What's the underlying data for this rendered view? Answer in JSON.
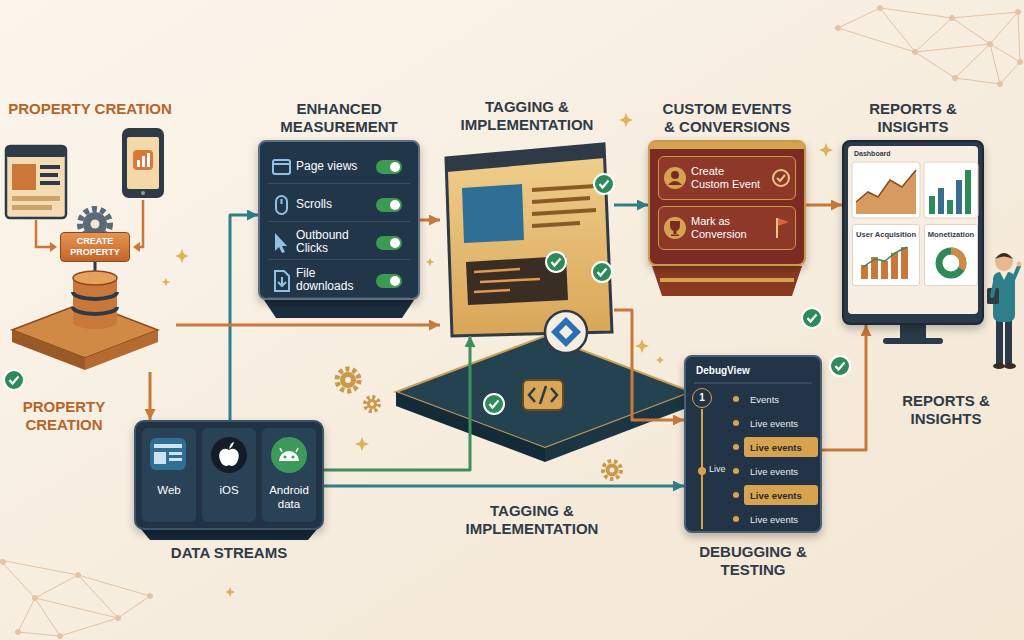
{
  "diagram": {
    "nodes": [
      {
        "text": [
          "PROPERTY CREATION"
        ]
      },
      {
        "text": [
          "CREATE PROPERTY"
        ],
        "in": 0
      },
      {
        "text": [
          "ENHANCED MEASUREMENT"
        ]
      },
      {
        "text": [
          "Page views"
        ],
        "in": 2
      },
      {
        "text": [
          "Scrolls"
        ],
        "in": 2
      },
      {
        "text": [
          "Outbound Clicks"
        ],
        "in": 2
      },
      {
        "text": [
          "File downloads"
        ],
        "in": 2
      },
      {
        "text": [
          "TAGGING & IMPLEMENTATION"
        ]
      },
      {
        "text": [
          "CUSTOM EVENTS & CONVERSIONS"
        ]
      },
      {
        "text": [
          "Create Custom Event"
        ],
        "in": 8
      },
      {
        "text": [
          "Mark as Conversion"
        ],
        "in": 8
      },
      {
        "text": [
          "REPORTS & INSIGHTS",
          "Dashboard"
        ]
      },
      {
        "text": [
          "User Acquisition"
        ],
        "in": 11
      },
      {
        "text": [
          "Monetization"
        ],
        "in": 11
      },
      {
        "text": [
          "DATA STREAMS"
        ]
      },
      {
        "text": [
          "Web"
        ],
        "in": 14
      },
      {
        "text": [
          "iOS"
        ],
        "in": 14
      },
      {
        "text": [
          "Android data"
        ],
        "in": 14
      },
      {
        "text": [
          "DebugView",
          "DEBUGGING & TESTING"
        ]
      },
      {
        "text": [
          "1"
        ],
        "in": 18
      },
      {
        "text": [
          "Events"
        ],
        "in": 18
      },
      {
        "text": [
          "Live events"
        ],
        "in": 18
      },
      {
        "text": [
          "Live events"
        ],
        "in": 18
      },
      {
        "text": [
          "Live events"
        ],
        "in": 18
      },
      {
        "text": [
          "Live events"
        ],
        "in": 18
      },
      {
        "text": [
          "Live events"
        ],
        "in": 18
      }
    ],
    "edges": [
      {
        "from": 0,
        "to": 14,
        "arrow": "to"
      },
      {
        "from": 14,
        "to": 2,
        "arrow": "to"
      },
      {
        "from": 0,
        "to": 7,
        "arrow": "to"
      },
      {
        "from": 2,
        "to": 7,
        "arrow": "to"
      },
      {
        "from": 14,
        "to": 7,
        "arrow": "to"
      },
      {
        "from": 7,
        "to": 8,
        "arrow": "to"
      },
      {
        "from": 7,
        "to": 18,
        "arrow": "to"
      },
      {
        "from": 8,
        "to": 11,
        "arrow": "to"
      },
      {
        "from": 18,
        "to": 11,
        "arrow": "to"
      },
      {
        "from": 14,
        "to": 18,
        "arrow": "to"
      }
    ],
    "labels": [
      "PROPERTY CREATION",
      "TAGGING & IMPLEMENTATION",
      "REPORTS & INSIGHTS",
      "Live"
    ]
  }
}
